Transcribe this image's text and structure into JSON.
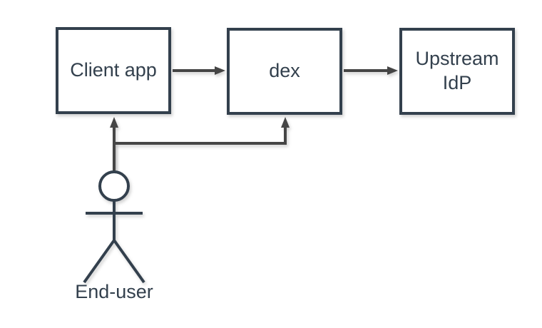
{
  "diagram": {
    "type": "flowchart",
    "colors": {
      "node_border": "#33404d",
      "node_fill": "#ffffff",
      "label_text": "#33404d",
      "arrow": "#454545",
      "background": "#ffffff"
    },
    "nodes": [
      {
        "id": "client-app",
        "label": "Client app",
        "shape": "rectangle"
      },
      {
        "id": "dex",
        "label": "dex",
        "shape": "rectangle"
      },
      {
        "id": "upstream-idp",
        "label": "Upstream IdP",
        "shape": "rectangle"
      }
    ],
    "actor": {
      "id": "end-user",
      "label": "End-user",
      "shape": "stick-figure"
    },
    "edges": [
      {
        "from": "client-app",
        "to": "dex"
      },
      {
        "from": "dex",
        "to": "upstream-idp"
      },
      {
        "from": "end-user",
        "to": "client-app"
      },
      {
        "from": "end-user",
        "to": "dex"
      }
    ]
  }
}
